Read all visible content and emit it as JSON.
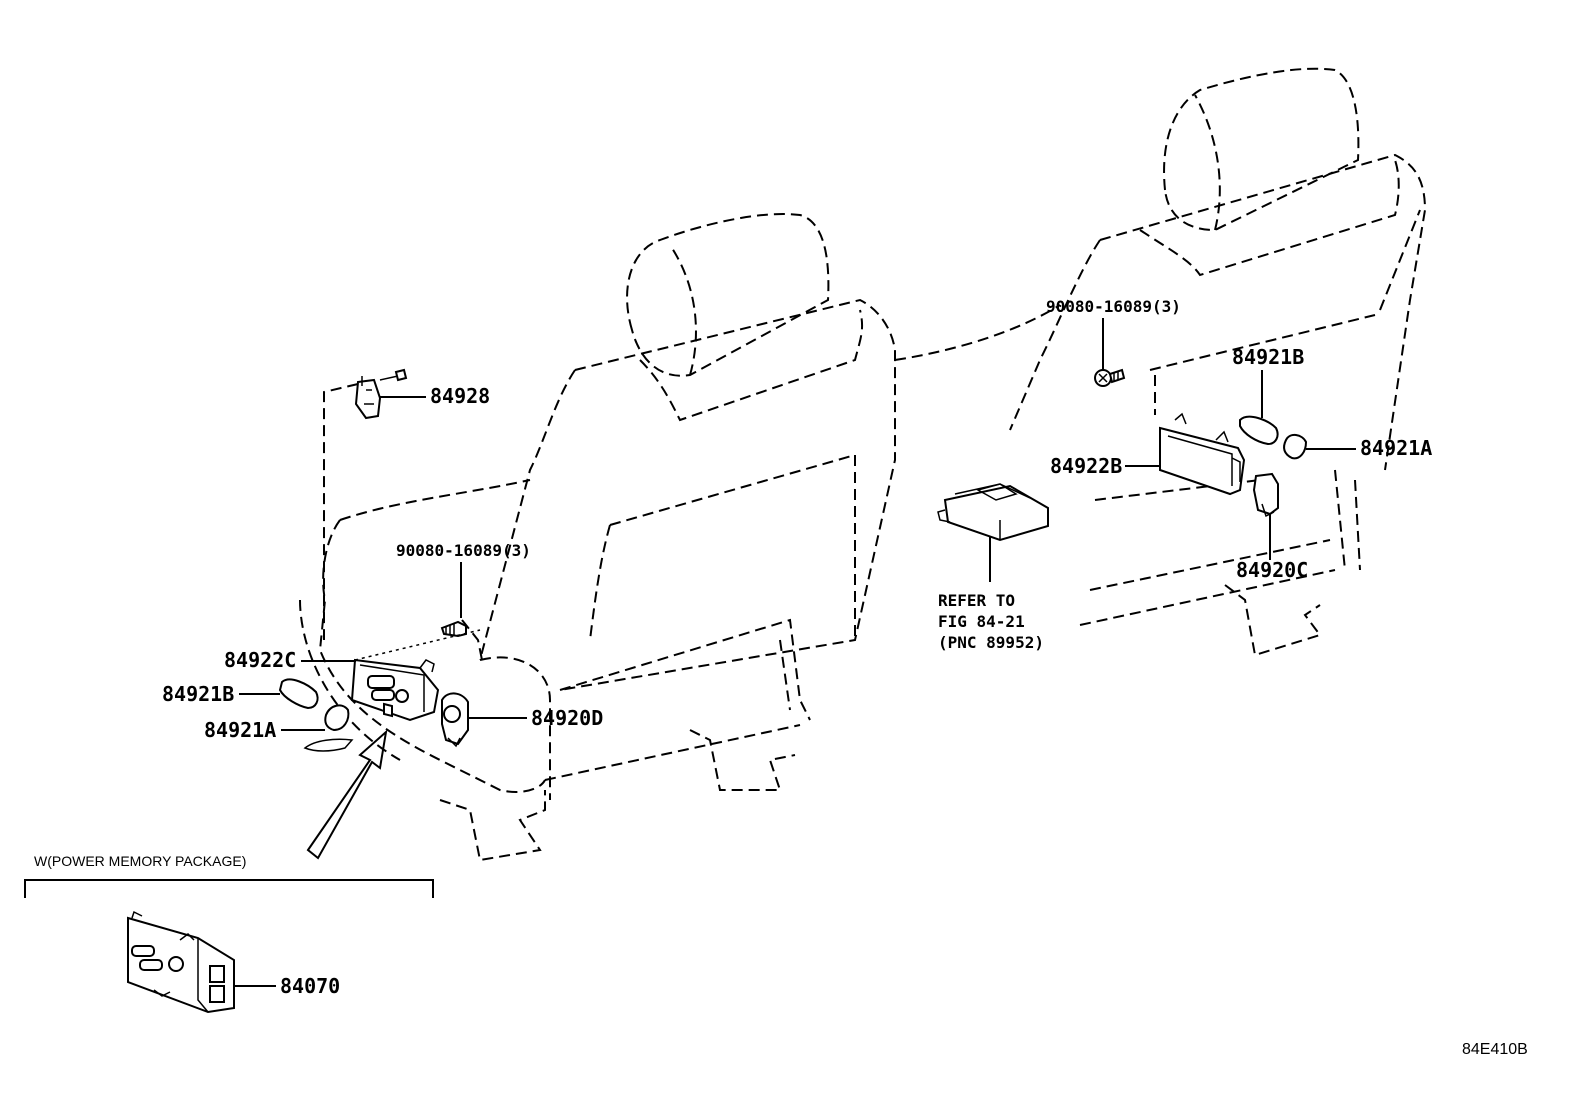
{
  "labels": {
    "p84928": "84928",
    "p90080_left": "90080-16089(3)",
    "p84922C": "84922C",
    "p84921B_left": "84921B",
    "p84921A_left": "84921A",
    "p84920D": "84920D",
    "p90080_right": "90080-16089(3)",
    "p84921B_right": "84921B",
    "p84921A_right": "84921A",
    "p84922B": "84922B",
    "p84920C": "84920C",
    "refer_line1": "REFER TO",
    "refer_line2": "FIG 84-21",
    "refer_line3": "(PNC 89952)",
    "package": "W(POWER MEMORY PACKAGE)",
    "p84070": "84070",
    "figure_id": "84E410B"
  }
}
